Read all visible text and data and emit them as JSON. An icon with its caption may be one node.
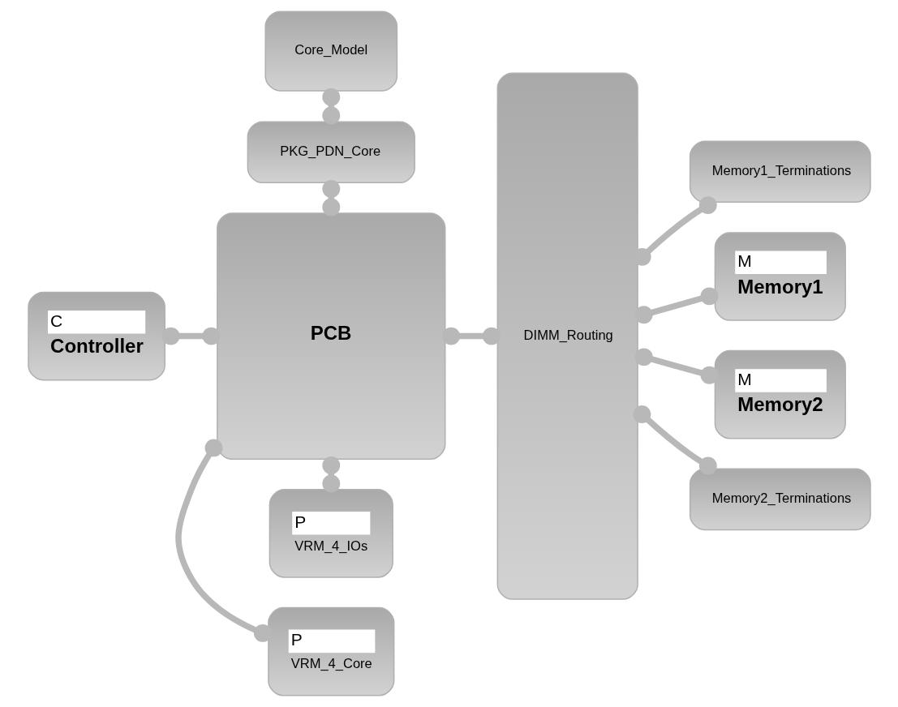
{
  "diagram": {
    "nodes": [
      {
        "text": [
          "Core_Model"
        ]
      },
      {
        "text": [
          "PKG_PDN_Core"
        ]
      },
      {
        "text": [
          "PCB"
        ]
      },
      {
        "text": [
          "C",
          "Controller"
        ]
      },
      {
        "text": [
          "DIMM_Routing"
        ]
      },
      {
        "text": [
          "Memory1_Terminations"
        ]
      },
      {
        "text": [
          "M",
          "Memory1"
        ]
      },
      {
        "text": [
          "M",
          "Memory2"
        ]
      },
      {
        "text": [
          "Memory2_Terminations"
        ]
      },
      {
        "text": [
          "P",
          "VRM_4_Core"
        ]
      },
      {
        "text": [
          "P",
          "VRM_4_IOs"
        ]
      }
    ],
    "edges": [
      {
        "from": 0,
        "to": 1,
        "arrow": "other"
      },
      {
        "from": 1,
        "to": 2,
        "arrow": "other"
      },
      {
        "from": 3,
        "to": 2,
        "arrow": "other"
      },
      {
        "from": 2,
        "to": 4,
        "arrow": "other"
      },
      {
        "from": 4,
        "to": 5,
        "arrow": "other"
      },
      {
        "from": 4,
        "to": 6,
        "arrow": "other"
      },
      {
        "from": 4,
        "to": 7,
        "arrow": "other"
      },
      {
        "from": 4,
        "to": 8,
        "arrow": "other"
      },
      {
        "from": 2,
        "to": 9,
        "arrow": "other"
      },
      {
        "from": 2,
        "to": 10,
        "arrow": "other"
      }
    ]
  }
}
